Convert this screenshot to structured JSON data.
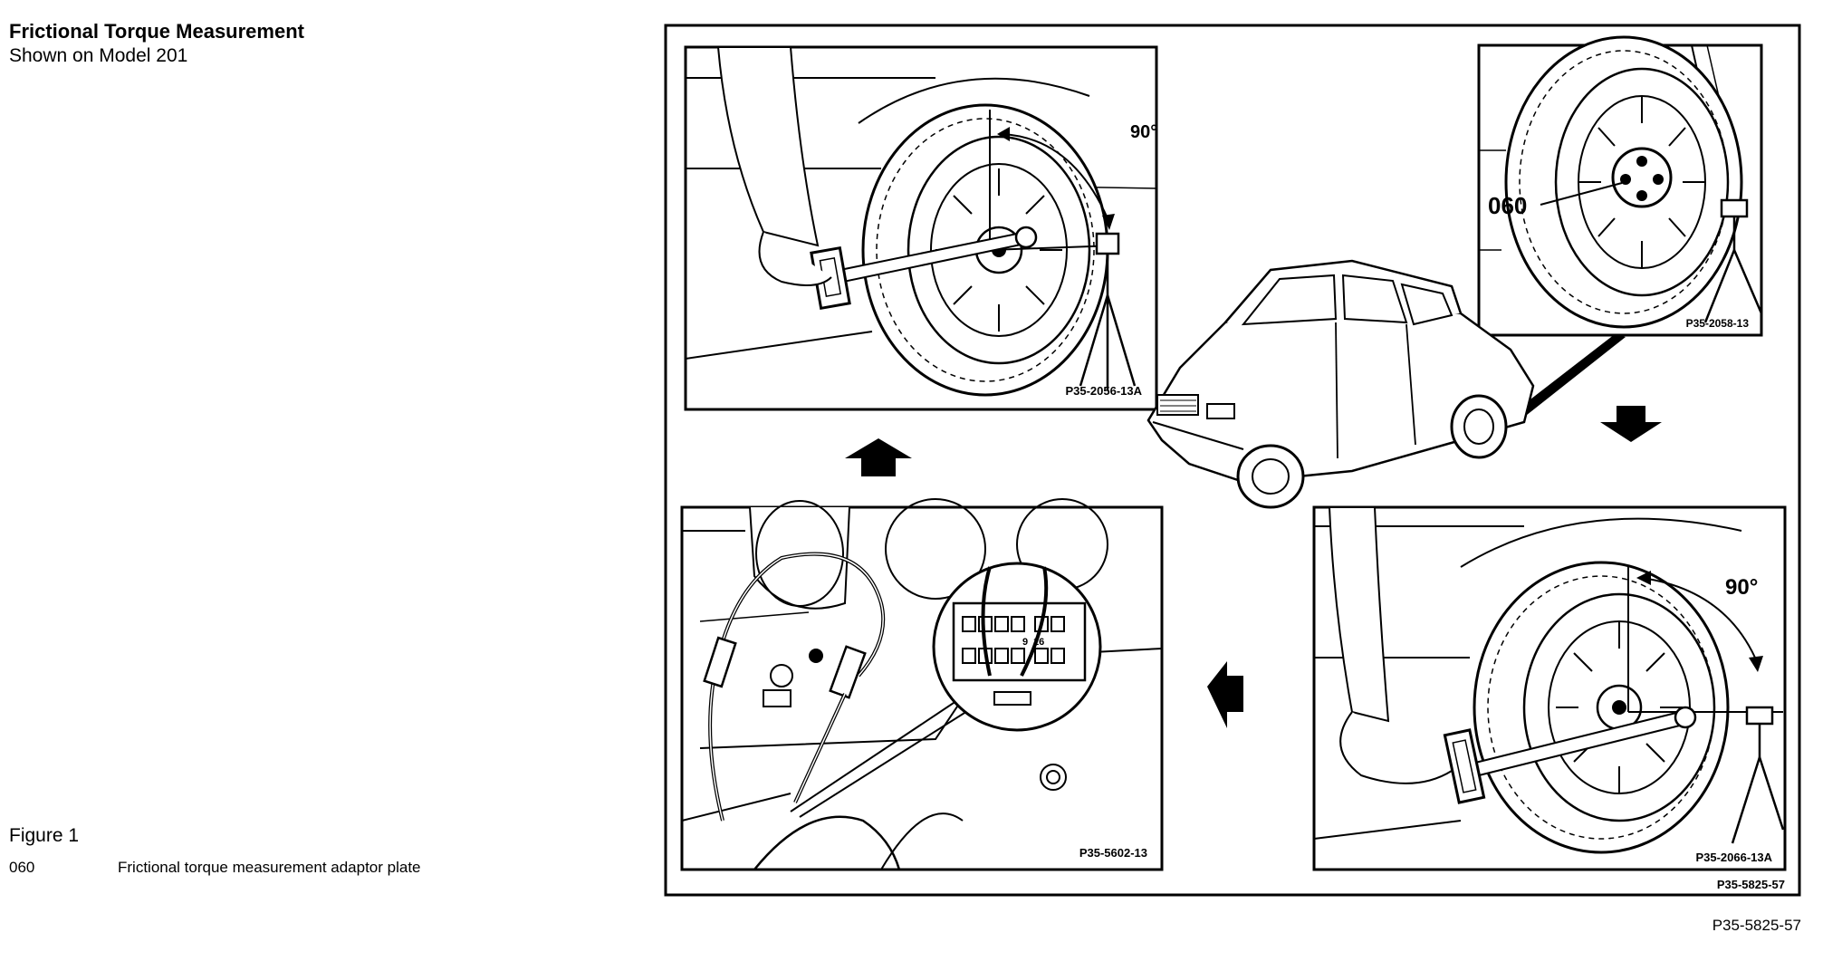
{
  "header": {
    "title": "Frictional Torque Measurement",
    "subtitle": "Shown on Model 201"
  },
  "figure": {
    "label": "Figure 1",
    "legend": [
      {
        "code": "060",
        "description": "Frictional torque measurement adaptor plate"
      }
    ]
  },
  "illustration": {
    "panels": {
      "top_left": {
        "ref": "P35-2056-13A",
        "angle": "90°"
      },
      "top_right": {
        "ref": "P35-2058-13",
        "callout": "060"
      },
      "bottom_left": {
        "ref": "P35-5602-13",
        "pin_a": "9",
        "pin_b": "16"
      },
      "bottom_right": {
        "ref": "P35-2066-13A",
        "angle": "90°"
      }
    },
    "frame_ref": "P35-5825-57"
  },
  "footer": {
    "ref": "P35-5825-57"
  }
}
